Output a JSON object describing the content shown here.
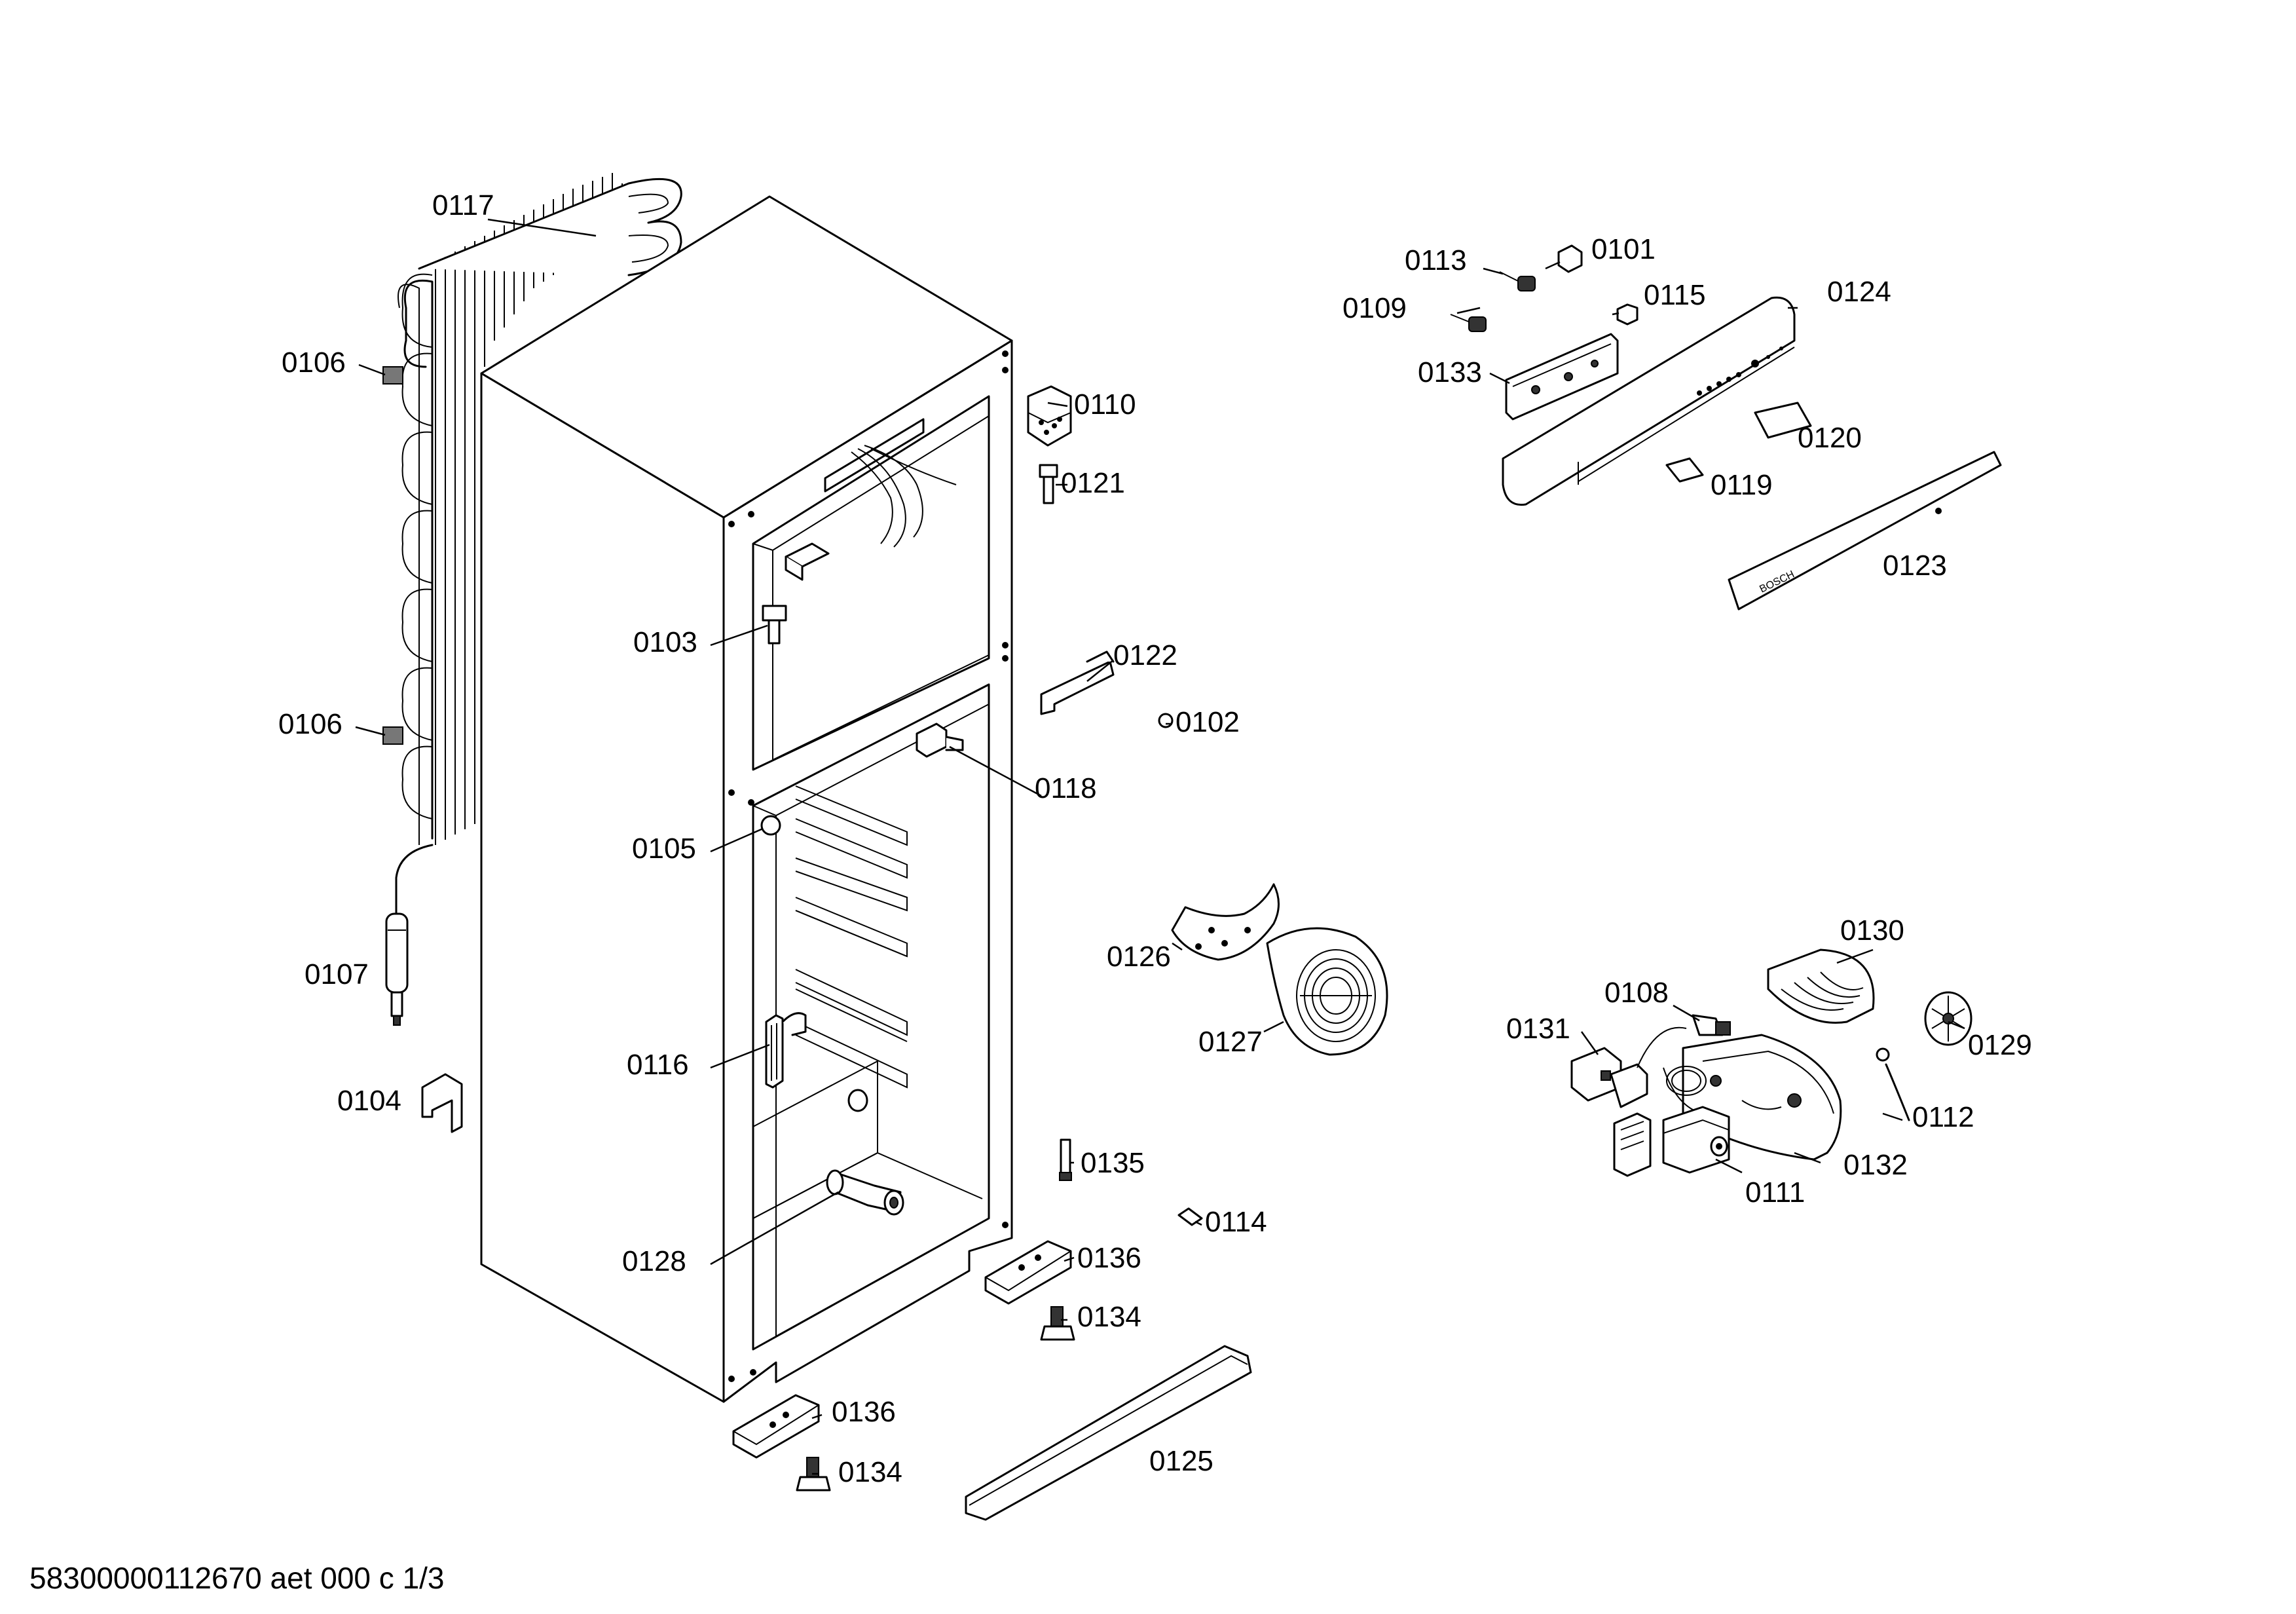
{
  "footer": {
    "doc_id": "58300000112670 aet 000 c 1/3"
  },
  "parts": {
    "p0101": "0101",
    "p0102": "0102",
    "p0103": "0103",
    "p0104": "0104",
    "p0105": "0105",
    "p0106a": "0106",
    "p0106b": "0106",
    "p0107": "0107",
    "p0108": "0108",
    "p0109": "0109",
    "p0110": "0110",
    "p0111": "0111",
    "p0112": "0112",
    "p0113": "0113",
    "p0114": "0114",
    "p0115": "0115",
    "p0116": "0116",
    "p0117": "0117",
    "p0118": "0118",
    "p0119": "0119",
    "p0120": "0120",
    "p0121": "0121",
    "p0122": "0122",
    "p0123": "0123",
    "p0124": "0124",
    "p0125": "0125",
    "p0126": "0126",
    "p0127": "0127",
    "p0128": "0128",
    "p0129": "0129",
    "p0130": "0130",
    "p0131": "0131",
    "p0132": "0132",
    "p0133": "0133",
    "p0134a": "0134",
    "p0134b": "0134",
    "p0135": "0135",
    "p0136a": "0136",
    "p0136b": "0136"
  },
  "branding": {
    "logo_text": "BOSCH"
  }
}
